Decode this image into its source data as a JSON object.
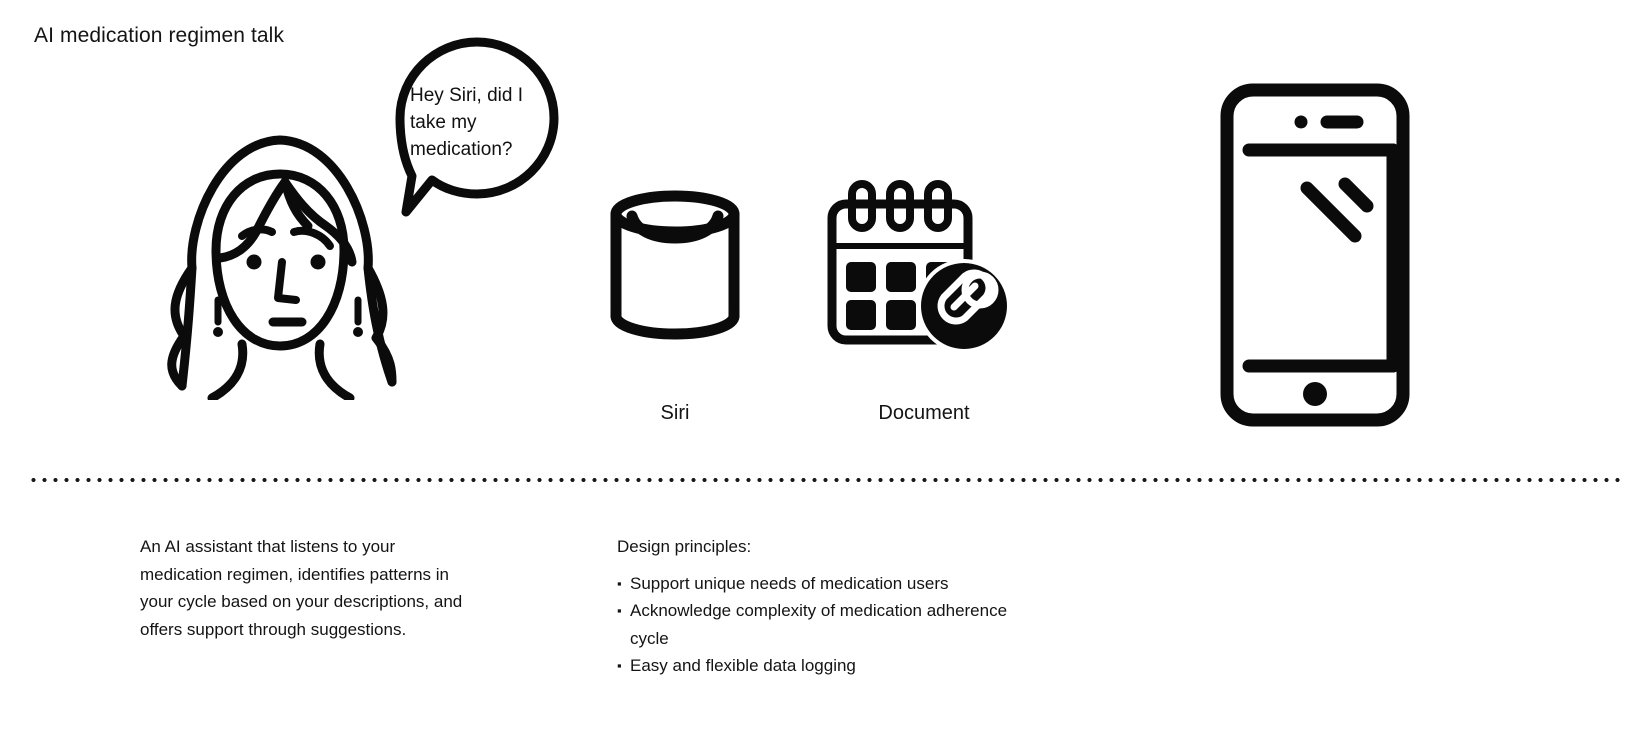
{
  "page": {
    "title": "AI medication regimen talk",
    "background_color": "#ffffff",
    "ink_color": "#111111"
  },
  "illustration": {
    "person": {
      "name": "woman-line-drawing",
      "speech_bubble_text": "Hey Siri, did I take my medication?"
    },
    "icons": [
      {
        "name": "siri-speaker-icon",
        "caption": "Siri"
      },
      {
        "name": "calendar-pill-document-icon",
        "caption": "Document"
      },
      {
        "name": "smartphone-icon",
        "caption": ""
      }
    ]
  },
  "divider": {
    "style": "dotted",
    "color": "#1a1a1a"
  },
  "description": {
    "text": "An AI assistant that listens to your medication regimen, identifies patterns in your cycle based on your descriptions, and offers support through suggestions."
  },
  "principles": {
    "heading": "Design principles:",
    "bullet_mark": "▪",
    "items": [
      "Support unique needs of medication users",
      "Acknowledge complexity of medication adherence cycle",
      "Easy and flexible data logging"
    ]
  }
}
